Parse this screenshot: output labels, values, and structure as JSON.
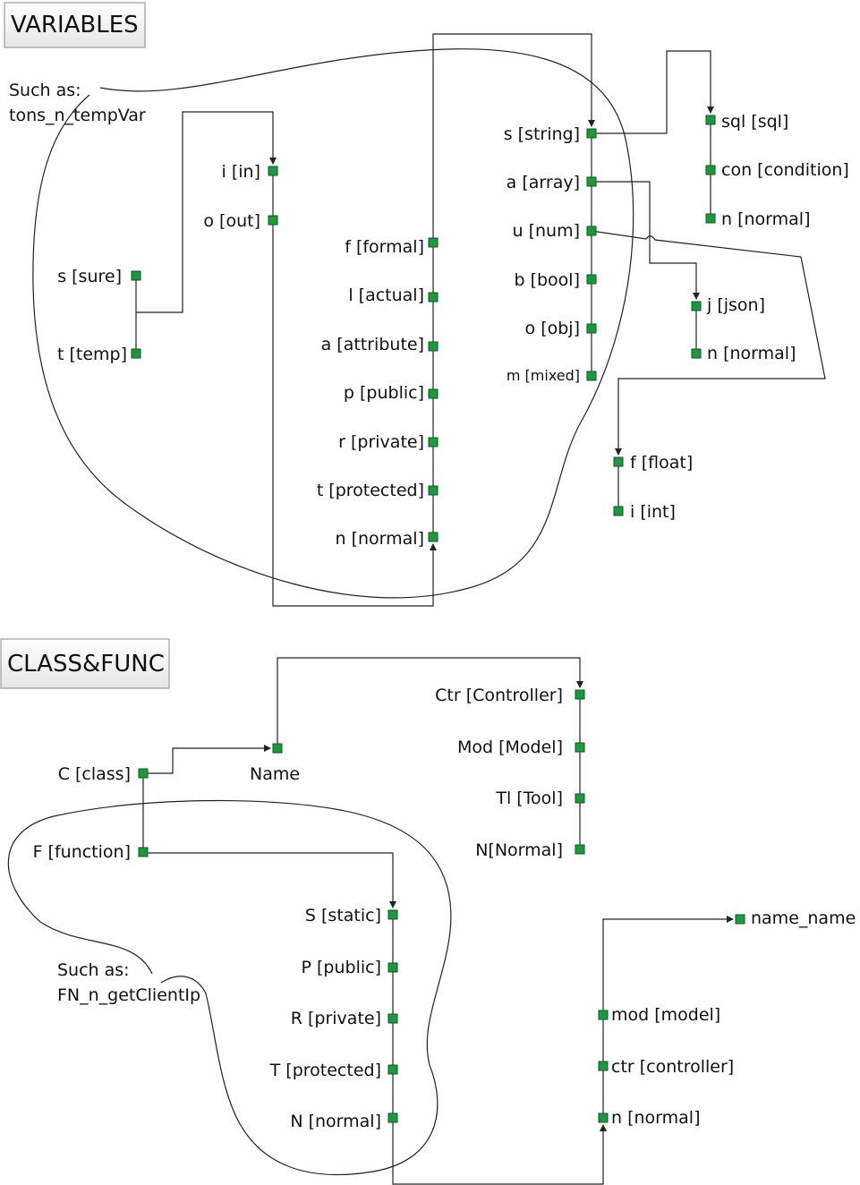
{
  "colors": {
    "node": "#1a9a3c",
    "node_border": "#0d5a22",
    "line": "#222222",
    "title_box_top": "#ffffff",
    "title_box_bottom": "#e6e6e6"
  },
  "sections": {
    "variables_title": "VARIABLES",
    "class_func_title": "CLASS&FUNC"
  },
  "variables": {
    "example_line1": "Such as:",
    "example_line2": "tons_n_tempVar",
    "scope": [
      "s [sure]",
      "t [temp]"
    ],
    "direction": [
      "i [in]",
      "o [out]"
    ],
    "kind": [
      "f [formal]",
      "l [actual]",
      "a [attribute]",
      "p [public]",
      "r [private]",
      "t [protected]",
      "n [normal]"
    ],
    "types": [
      "s [string]",
      "a [array]",
      "u [num]",
      "b [bool]",
      "o [obj]",
      "m [mixed]"
    ],
    "string_sub": [
      "sql [sql]",
      "con [condition]",
      "n [normal]"
    ],
    "array_sub": [
      "j [json]",
      "n [normal]"
    ],
    "num_sub": [
      "f [float]",
      "i [int]"
    ]
  },
  "class_func": {
    "example_line1": "Such as:",
    "example_line2": "FN_n_getClientIp",
    "roots": [
      "C [class]",
      "F [function]"
    ],
    "name_label": "Name",
    "class_types": [
      "Ctr [Controller]",
      "Mod [Model]",
      "Tl [Tool]",
      "N[Normal]"
    ],
    "func_modifiers": [
      "S [static]",
      "P [public]",
      "R [private]",
      "T [protected]",
      "N [normal]"
    ],
    "func_layers": [
      "mod [model]",
      "ctr [controller]",
      "n [normal]"
    ],
    "name_pattern": "name_name"
  }
}
